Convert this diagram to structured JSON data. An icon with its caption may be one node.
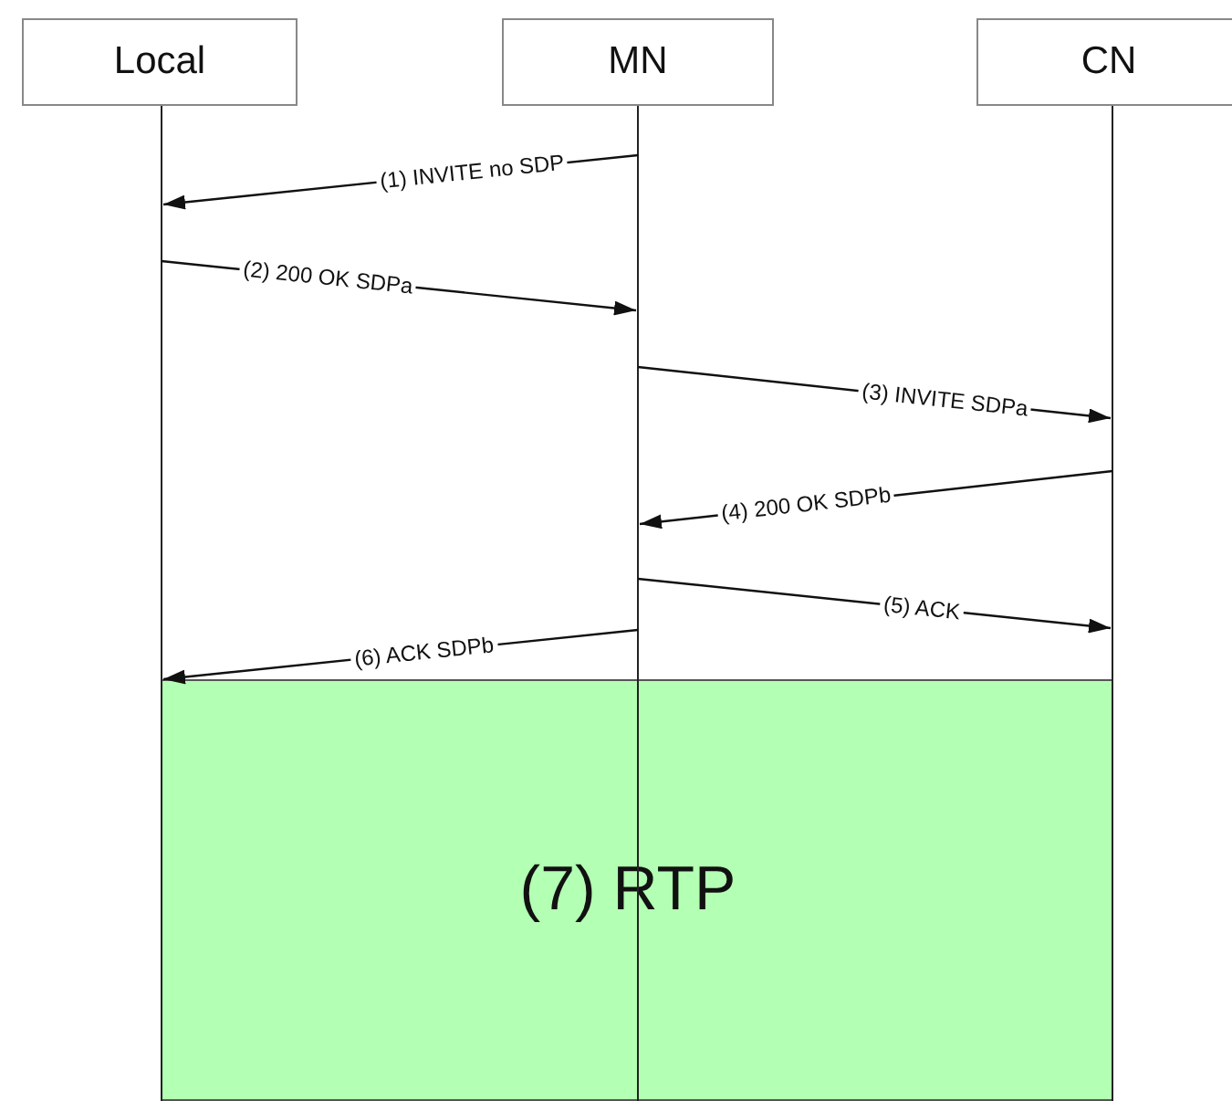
{
  "diagram": {
    "nodes": [
      {
        "text": [
          "Local"
        ]
      },
      {
        "text": [
          "MN"
        ]
      },
      {
        "text": [
          "CN"
        ]
      },
      {
        "text": [],
        "shape": "line"
      },
      {
        "text": [],
        "shape": "line"
      },
      {
        "text": [],
        "shape": "line"
      },
      {
        "text": [
          "(7) RTP"
        ]
      }
    ],
    "edges": [
      {
        "from": 4,
        "to": 3,
        "arrow": "to",
        "label": "(1) INVITE no SDP"
      },
      {
        "from": 3,
        "to": 4,
        "arrow": "to",
        "label": "(2) 200 OK SDPa"
      },
      {
        "from": 4,
        "to": 5,
        "arrow": "to",
        "label": "(3) INVITE SDPa"
      },
      {
        "from": 5,
        "to": 4,
        "arrow": "to",
        "label": "(4) 200 OK SDPb"
      },
      {
        "from": 4,
        "to": 5,
        "arrow": "to",
        "label": "(5) ACK"
      },
      {
        "from": 4,
        "to": 3,
        "arrow": "to",
        "label": "(6) ACK SDPb"
      }
    ]
  }
}
